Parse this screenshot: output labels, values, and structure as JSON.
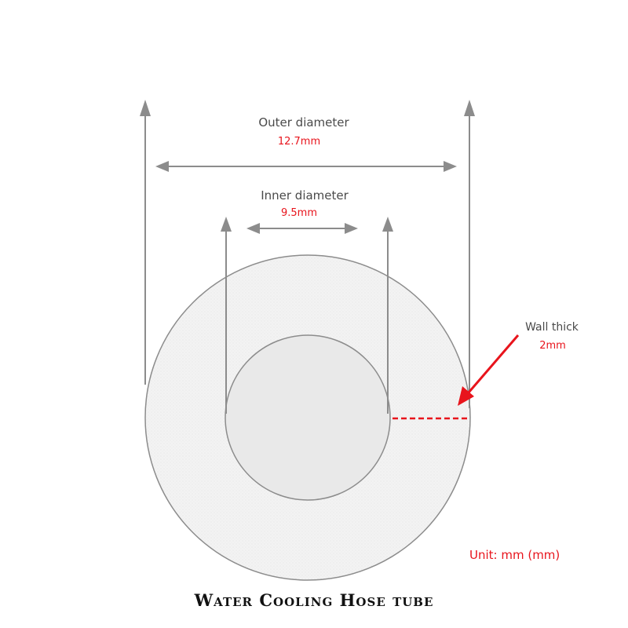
{
  "outer": {
    "label": "Outer diameter",
    "value": "12.7mm"
  },
  "inner": {
    "label": "Inner diameter",
    "value": "9.5mm"
  },
  "wall": {
    "label": "Wall thick",
    "value": "2mm"
  },
  "unit": "Unit: mm (mm)",
  "title": "Water Cooling Hose tube",
  "colors": {
    "line": "#8c8c8c",
    "accent": "#e8141c",
    "ring_fill": "#f2f2f2",
    "bore_fill": "#e9e9e9"
  }
}
